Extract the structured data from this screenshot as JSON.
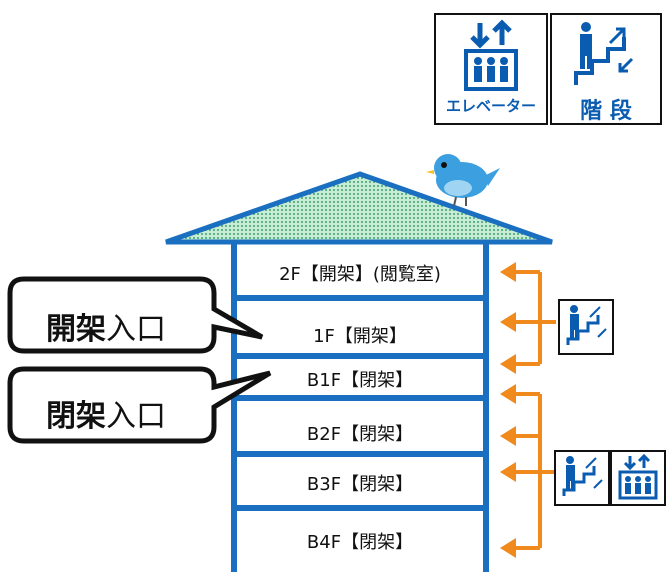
{
  "signs": {
    "elevator": {
      "caption": "エレベーター",
      "color": "#0a5cb0"
    },
    "stairs": {
      "caption": "階 段",
      "color": "#0a5cb0"
    }
  },
  "building": {
    "wall_color": "#1a6fc0",
    "roof_fill": "#7fd0a8",
    "floors": [
      {
        "label": "2F【開架】(閲覧室)"
      },
      {
        "label": "1F【開架】"
      },
      {
        "label": "B1F【閉架】"
      },
      {
        "label": "B2F【閉架】"
      },
      {
        "label": "B3F【閉架】"
      },
      {
        "label": "B4F【閉架】"
      }
    ]
  },
  "callouts": [
    {
      "bold": "開架",
      "rest": "入口"
    },
    {
      "bold": "閉架",
      "rest": "入口"
    }
  ],
  "access": {
    "arrow_color": "#f08a1c",
    "upper_group": [
      "stairs-icon"
    ],
    "lower_group": [
      "stairs-icon",
      "elevator-icon"
    ]
  }
}
